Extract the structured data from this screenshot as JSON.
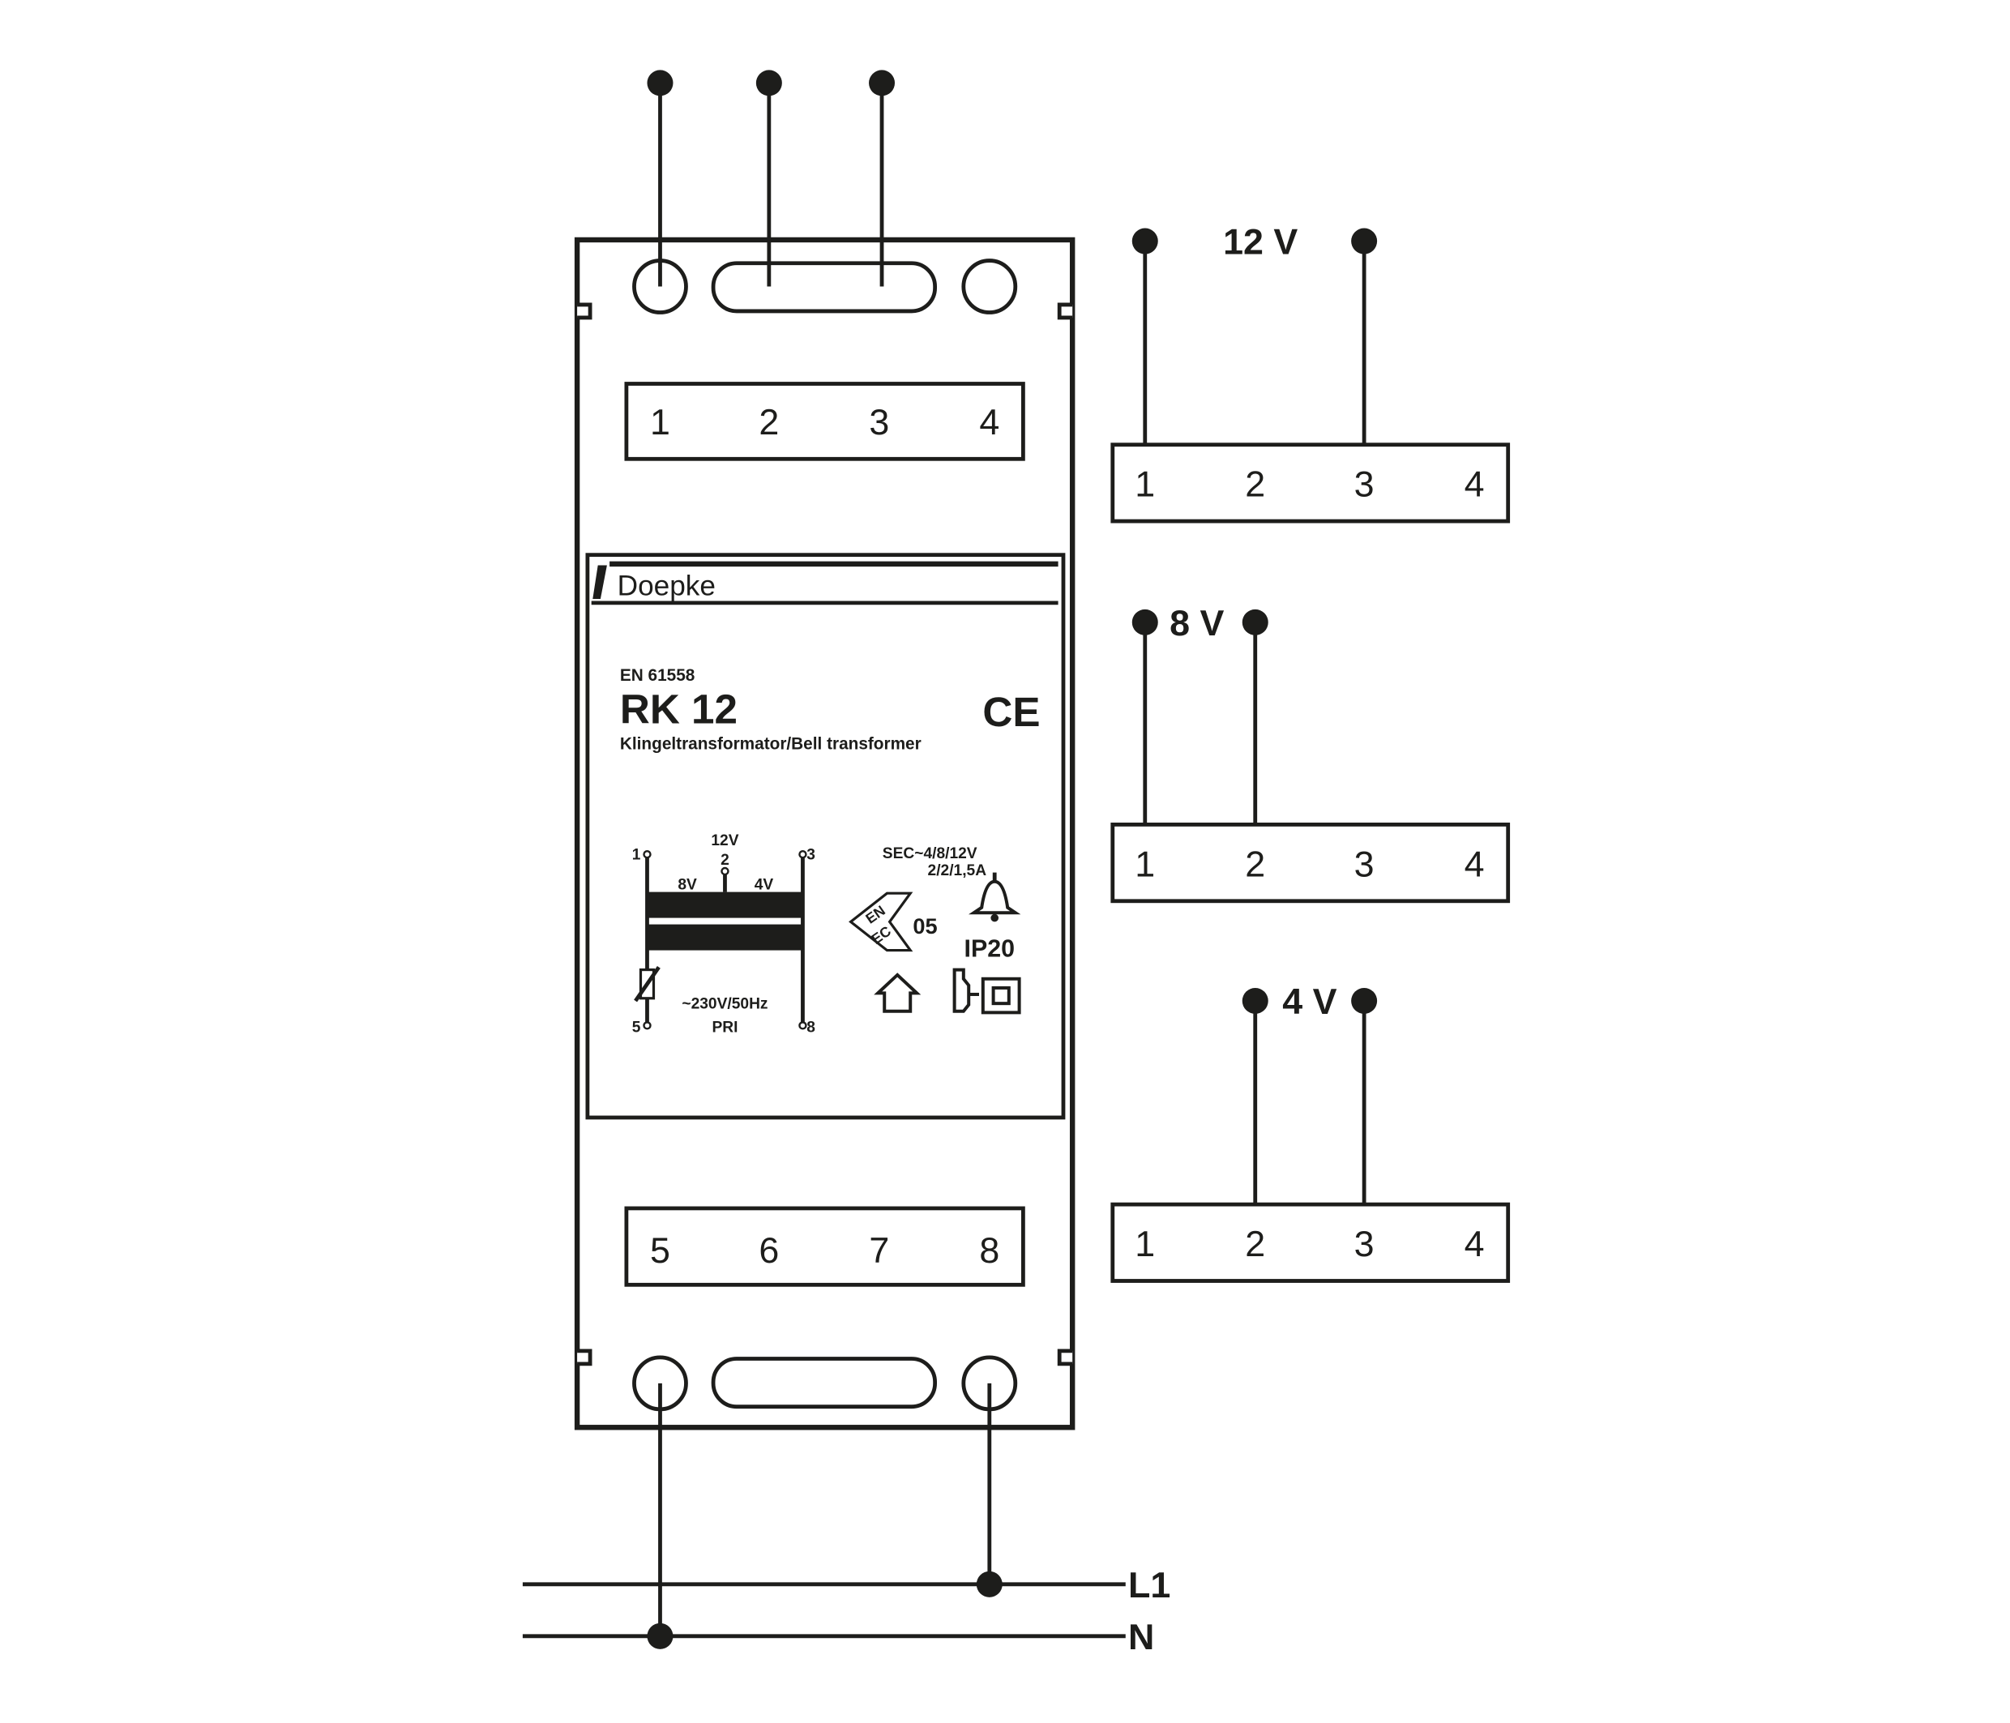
{
  "device": {
    "brand": "Doepke",
    "standard": "EN 61558",
    "model": "RK 12",
    "description": "Klingeltransformator/Bell transformer",
    "ce_mark": "CE",
    "top_terminals": [
      "1",
      "2",
      "3",
      "4"
    ],
    "bottom_terminals": [
      "5",
      "6",
      "7",
      "8"
    ],
    "schematic": {
      "t1": "1",
      "t2": "2",
      "t3": "3",
      "t5": "5",
      "t8": "8",
      "v12": "12V",
      "v8": "8V",
      "v4": "4V",
      "primary": "~230V/50Hz",
      "pri": "PRI"
    },
    "sec_rating": "SEC~4/8/12V",
    "current_rating": "2/2/1,5A",
    "enec_number": "05",
    "ip_rating": "IP20"
  },
  "outputs": [
    {
      "voltage": "12 V",
      "terminals": [
        "1",
        "2",
        "3",
        "4"
      ]
    },
    {
      "voltage": "8 V",
      "terminals": [
        "1",
        "2",
        "3",
        "4"
      ]
    },
    {
      "voltage": "4 V",
      "terminals": [
        "1",
        "2",
        "3",
        "4"
      ]
    }
  ],
  "supply": {
    "line": "L1",
    "neutral": "N"
  }
}
